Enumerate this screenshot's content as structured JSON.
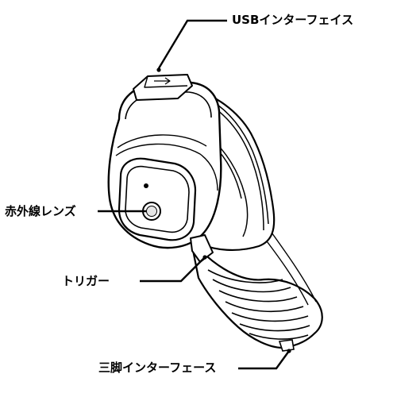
{
  "colors": {
    "line": "#000000",
    "background": "#ffffff",
    "shade": "#e6e6e6"
  },
  "labels": {
    "usb": "USBインターフェイス",
    "ir_lens": "赤外線レンズ",
    "trigger": "トリガー",
    "tripod": "三脚インターフェース"
  }
}
